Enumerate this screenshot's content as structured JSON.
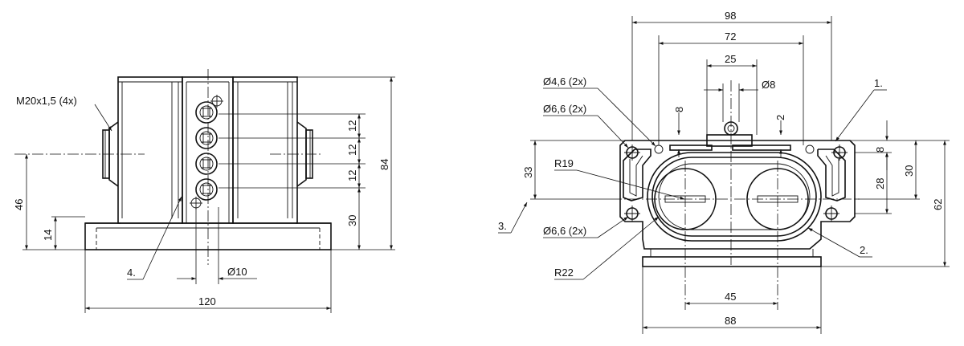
{
  "front_view": {
    "thread_label": "M20x1,5 (4x)",
    "dim_height_84": "84",
    "dim_height_46": "46",
    "dim_height_14": "14",
    "dim_width_120": "120",
    "dim_pitch_1": "12",
    "dim_pitch_2": "12",
    "dim_pitch_3": "12",
    "dim_30": "30",
    "dim_dia10": "Ø10",
    "callout_4": "4."
  },
  "top_view": {
    "dim_98": "98",
    "dim_72": "72",
    "dim_25": "25",
    "dim_dia8": "Ø8",
    "dim_8_left": "8",
    "dim_2": "2",
    "hole_46": "Ø4,6 (2x)",
    "hole_66_upper": "Ø6,6 (2x)",
    "hole_66_lower": "Ø6,6 (2x)",
    "radius_19": "R19",
    "radius_22": "R22",
    "dim_33": "33",
    "dim_8_right": "8",
    "dim_30": "30",
    "dim_28": "28",
    "dim_62": "62",
    "dim_45": "45",
    "dim_88": "88",
    "callout_1": "1.",
    "callout_2": "2.",
    "callout_3": "3."
  }
}
